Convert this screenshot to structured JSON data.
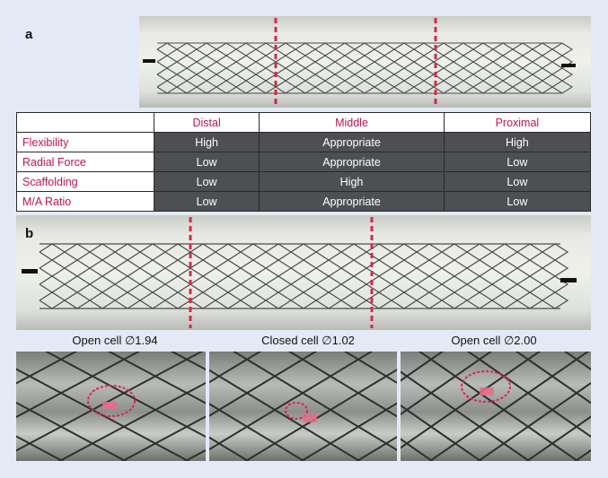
{
  "panel_a": {
    "label": "a"
  },
  "panel_b": {
    "label": "b"
  },
  "table": {
    "columns": [
      "Distal",
      "Middle",
      "Proximal"
    ],
    "rows": [
      {
        "label": "Flexibility",
        "values": [
          "High",
          "Appropriate",
          "High"
        ]
      },
      {
        "label": "Radial Force",
        "values": [
          "Low",
          "Appropriate",
          "Low"
        ]
      },
      {
        "label": "Scaffolding",
        "values": [
          "Low",
          "High",
          "Low"
        ]
      },
      {
        "label": "M/A Ratio",
        "values": [
          "Low",
          "Appropriate",
          "Low"
        ]
      }
    ]
  },
  "captions": [
    "Open cell ∅1.94",
    "Closed cell ∅1.02",
    "Open cell ∅2.00"
  ],
  "colors": {
    "accent": "#c0144a",
    "table_dark": "#4d4f52",
    "background": "#e4eaf5"
  }
}
